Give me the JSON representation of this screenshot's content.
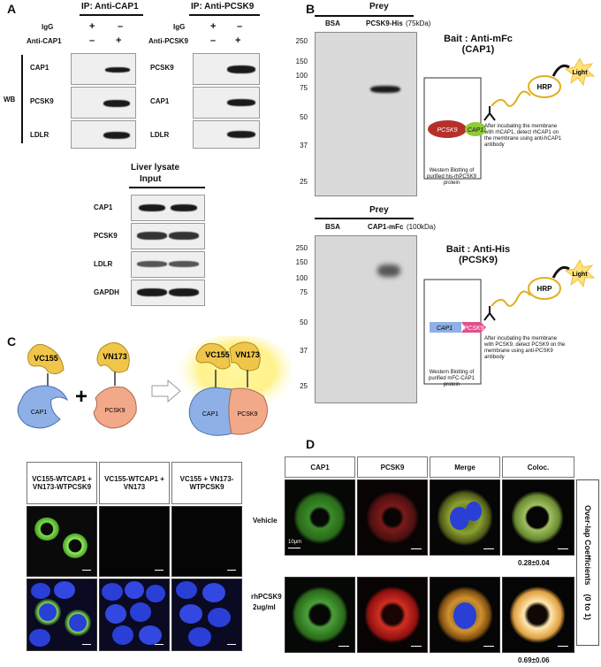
{
  "panels": {
    "a": "A",
    "b": "B",
    "c": "C",
    "d": "D"
  },
  "panelA": {
    "ip1_title": "IP: Anti-CAP1",
    "ip2_title": "IP: Anti-PCSK9",
    "row_igg": "IgG",
    "row_anti_cap1": "Anti-CAP1",
    "row_anti_pcsk9": "Anti-PCSK9",
    "plus": "+",
    "minus": "–",
    "wb": "WB",
    "blot1_rows": [
      "CAP1",
      "PCSK9",
      "LDLR"
    ],
    "blot2_rows": [
      "PCSK9",
      "CAP1",
      "LDLR"
    ],
    "lysate_title_1": "Liver lysate",
    "lysate_title_2": "Input",
    "lysate_rows": [
      "CAP1",
      "PCSK9",
      "LDLR",
      "GAPDH"
    ]
  },
  "panelB": {
    "prey": "Prey",
    "top_lane1": "BSA",
    "top_lane2": "PCSK9-His",
    "top_lane2_size": "(75kDa)",
    "bot_lane1": "BSA",
    "bot_lane2": "CAP1-mFc",
    "bot_lane2_size": "(100kDa)",
    "mw_top": [
      "250",
      "150",
      "100",
      "75",
      "50",
      "37",
      "25"
    ],
    "mw_bot": [
      "250",
      "150",
      "100",
      "75",
      "50",
      "37",
      "25"
    ],
    "bait1_l1": "Bait : Anti-mFc",
    "bait1_l2": "(CAP1)",
    "bait2_l1": "Bait : Anti-His",
    "bait2_l2": "(PCSK9)",
    "hrp": "HRP",
    "light": "Light",
    "pcsk9": "PCSK9",
    "cap1": "CAP1",
    "note1": "After incubating the membrane with rhCAP1, detect rhCAP1 on the membrane using anti-hCAP1 antibody",
    "note2": "After incubating the membrane with PCSK9, detect PCSK9 on the membrane using anti-PCSK9 antibody",
    "wb1": "Western Blotting of purified his-rhPCSK9 protein",
    "wb2": "Western Blotting of purified mFC-CAP1 protein"
  },
  "panelC": {
    "vc155": "VC155",
    "vn173": "VN173",
    "cap1": "CAP1",
    "pcsk9": "PCSK9",
    "plus": "+",
    "col1": "VC155-WTCAP1 + VN173-WTPCSK9",
    "col2": "VC155-WTCAP1 + VN173",
    "col3": "VC155 + VN173-WTPCSK9"
  },
  "panelD": {
    "cols": [
      "CAP1",
      "PCSK9",
      "Merge",
      "Coloc."
    ],
    "row1": "Vehicle",
    "row2_l1": "rhPCSK9",
    "row2_l2": "2ug/ml",
    "scale": "10μm",
    "val1": "0.28±0.04",
    "val2": "0.69±0.06",
    "side": "Over-lap Coefficients    (0 to 1)"
  },
  "colors": {
    "cap1_blue": "#8fb0e6",
    "pcsk9_salmon": "#f2a98a",
    "venus_yellow": "#f0c64a",
    "pcsk9_red": "#b5302a",
    "cap1_green": "#8fca3a",
    "gfp": "#7ee04a",
    "dapi": "#2a3fd6"
  }
}
